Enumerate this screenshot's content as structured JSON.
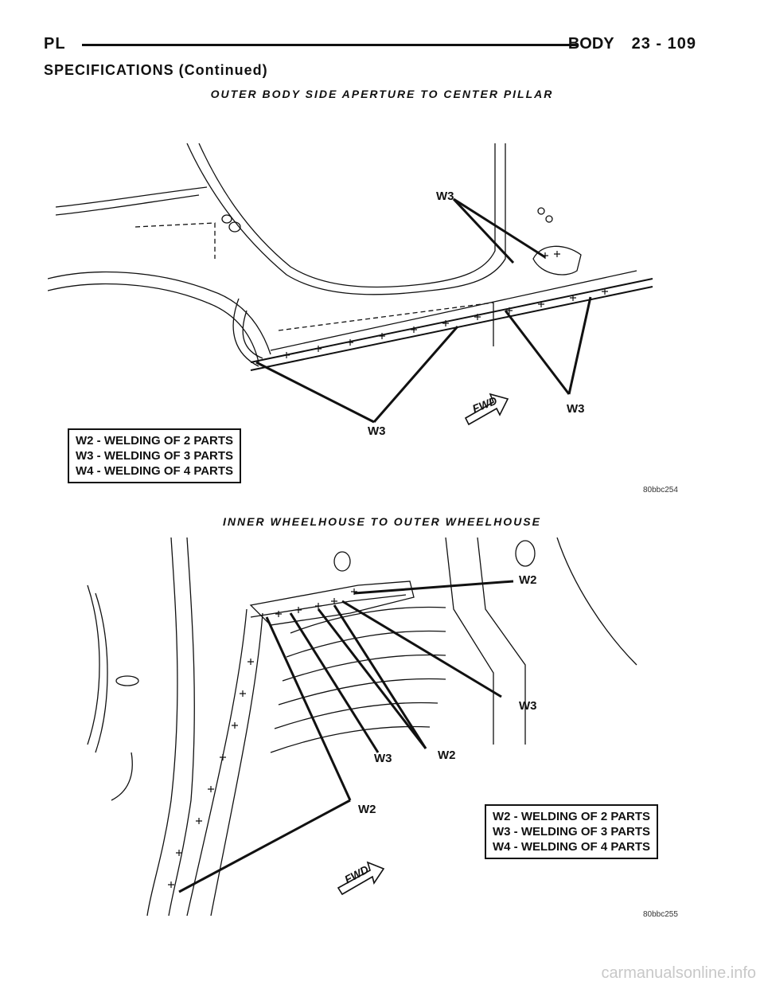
{
  "header": {
    "model": "PL",
    "section": "BODY",
    "page": "23 - 109"
  },
  "section_title": "SPECIFICATIONS (Continued)",
  "figures": [
    {
      "caption": "OUTER BODY SIDE APERTURE TO CENTER PILLAR",
      "legend": [
        "W2 - WELDING OF 2 PARTS",
        "W3 - WELDING OF 3 PARTS",
        "W4 - WELDING OF 4 PARTS"
      ],
      "callouts": [
        "W3",
        "W3",
        "W3"
      ],
      "direction_label": "FWD",
      "figure_id": "80bbc254"
    },
    {
      "caption": "INNER WHEELHOUSE TO OUTER WHEELHOUSE",
      "legend": [
        "W2 - WELDING OF 2 PARTS",
        "W3 - WELDING OF 3 PARTS",
        "W4 - WELDING OF 4 PARTS"
      ],
      "callouts": [
        "W2",
        "W3",
        "W3",
        "W2",
        "W2"
      ],
      "direction_label": "FWD",
      "figure_id": "80bbc255"
    }
  ],
  "watermark": "carmanualsonline.info"
}
